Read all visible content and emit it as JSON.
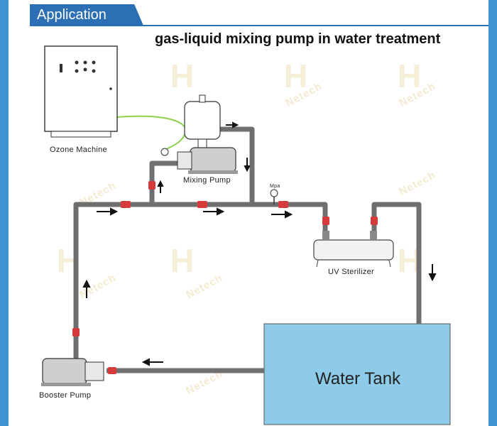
{
  "header": {
    "tab_label": "Application",
    "accent_color": "#2c6fb4",
    "border_color": "#3f95cf"
  },
  "title": "gas-liquid mixing pump in water treatment",
  "components": {
    "ozone_machine": "Ozone Machine",
    "mixing_pump": "Mixing Pump",
    "uv_sterilizer": "UV Sterilizer",
    "booster_pump": "Booster Pump",
    "water_tank": "Water Tank",
    "gauge_label": "Mpa"
  },
  "watermark_text": "Netech",
  "colors": {
    "pipe": "#6f6f6f",
    "tank": "#8ecbe8",
    "gas_line": "#8cd24b",
    "valve": "#d63a3a"
  }
}
